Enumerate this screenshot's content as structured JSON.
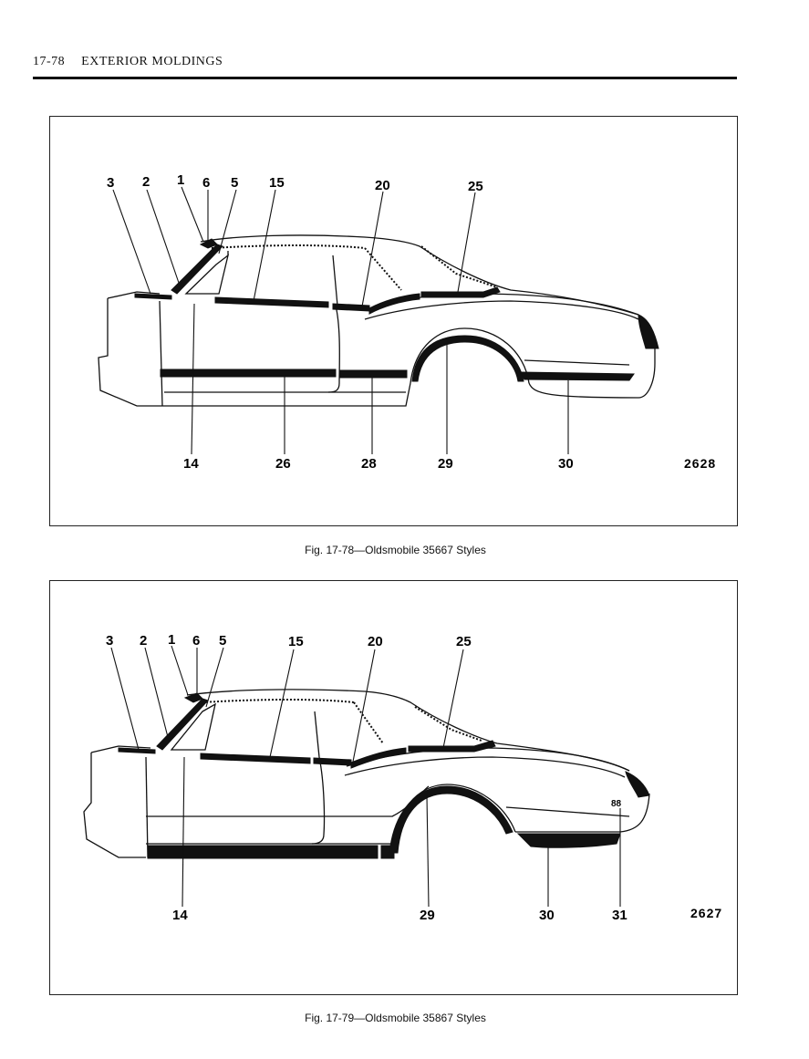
{
  "header": {
    "page_number": "17-78",
    "section_title": "EXTERIOR MOLDINGS"
  },
  "figures": [
    {
      "caption": "Fig. 17-78—Oldsmobile 35667 Styles",
      "figure_id": "2628",
      "top_callouts": [
        "3",
        "2",
        "1",
        "6",
        "5",
        "15",
        "20",
        "25"
      ],
      "bottom_callouts": [
        "14",
        "26",
        "28",
        "29",
        "30"
      ]
    },
    {
      "caption": "Fig. 17-79—Oldsmobile 35867 Styles",
      "figure_id": "2627",
      "top_callouts": [
        "3",
        "2",
        "1",
        "6",
        "5",
        "15",
        "20",
        "25"
      ],
      "bottom_callouts": [
        "14",
        "29",
        "30",
        "31"
      ],
      "emblem_text": "88"
    }
  ]
}
